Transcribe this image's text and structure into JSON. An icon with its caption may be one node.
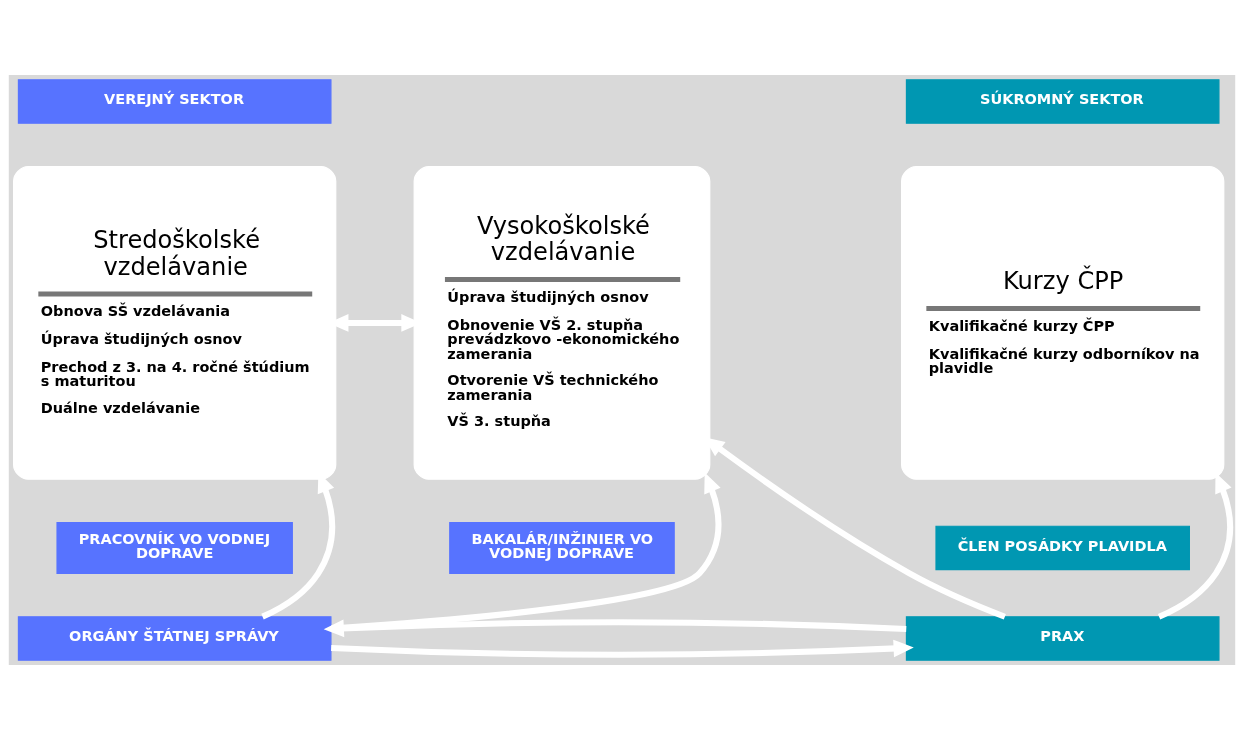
{
  "diagram": {
    "nodes": [
      {
        "text": [
          "VEREJNÝ SEKTOR"
        ]
      },
      {
        "text": [
          "SÚKROMNÝ SEKTOR"
        ]
      },
      {
        "text": [
          "Stredoškolské vzdelávanie",
          "Obnova SŠ vzdelávania",
          "Úprava študijných osnov",
          "Prechod z 3. na 4. ročné štúdium s maturitou",
          "Duálne vzdelávanie"
        ]
      },
      {
        "text": [
          "Vysokoškolské vzdelávanie",
          "Úprava študijných osnov",
          "Obnovenie VŠ 2. stupňa prevádzkovo -ekonomického zamerania",
          "Otvorenie VŠ technického zamerania",
          "VŠ 3. stupňa"
        ]
      },
      {
        "text": [
          "Kurzy ČPP",
          "Kvalifikačné kurzy ČPP",
          "Kvalifikačné kurzy odborníkov na plavidle"
        ]
      },
      {
        "text": [
          "PRACOVNÍK VO VODNEJ DOPRAVE"
        ]
      },
      {
        "text": [
          "BAKALÁR/INŽINIER VO VODNEJ DOPRAVE"
        ]
      },
      {
        "text": [
          "ČLEN POSÁDKY PLAVIDLA"
        ]
      },
      {
        "text": [
          "ORGÁNY ŠTÁTNEJ SPRÁVY"
        ]
      },
      {
        "text": [
          "PRAX"
        ]
      }
    ],
    "edges": [
      {
        "from": 2,
        "to": 3,
        "arrow": "both"
      },
      {
        "from": 8,
        "to": 2,
        "arrow": "to"
      },
      {
        "from": 8,
        "to": 3,
        "arrow": "to"
      },
      {
        "from": 9,
        "to": 3,
        "arrow": "to"
      },
      {
        "from": 9,
        "to": 4,
        "arrow": "to"
      },
      {
        "from": 8,
        "to": 9,
        "arrow": "to"
      },
      {
        "from": 9,
        "to": 8,
        "arrow": "to"
      }
    ]
  }
}
